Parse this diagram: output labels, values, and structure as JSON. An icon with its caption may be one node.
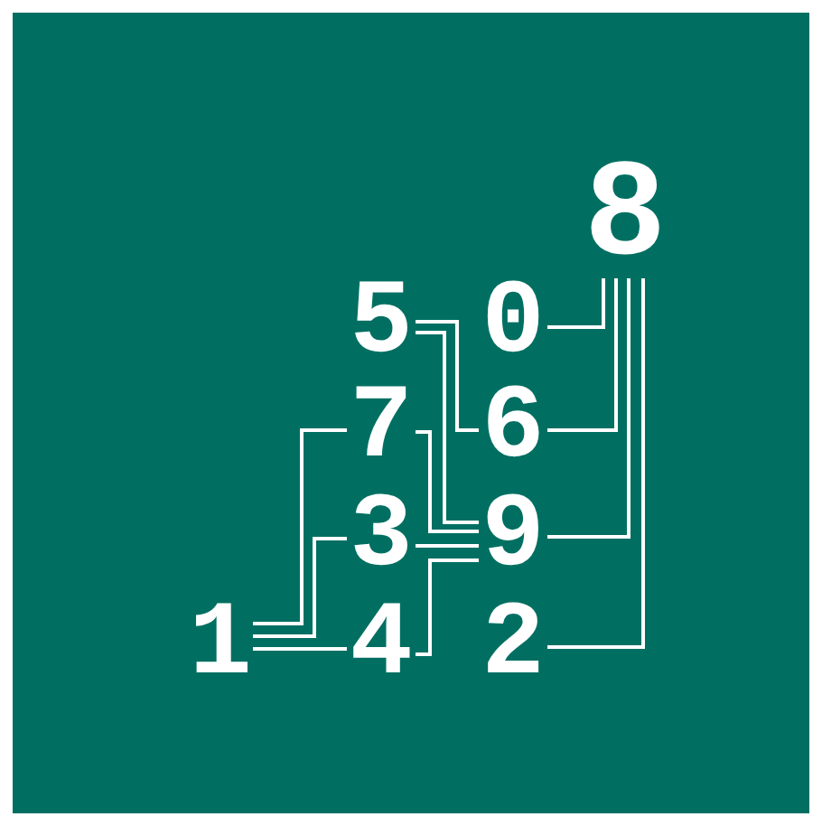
{
  "diagram": {
    "nodes": [
      {
        "text": [
          "8"
        ]
      },
      {
        "text": [
          "5"
        ]
      },
      {
        "text": [
          "0"
        ]
      },
      {
        "text": [
          "7"
        ]
      },
      {
        "text": [
          "6"
        ]
      },
      {
        "text": [
          "3"
        ]
      },
      {
        "text": [
          "9"
        ]
      },
      {
        "text": [
          "1"
        ]
      },
      {
        "text": [
          "4"
        ]
      },
      {
        "text": [
          "2"
        ]
      }
    ],
    "edges": [
      {
        "from": 7,
        "to": 3,
        "arrow": "none"
      },
      {
        "from": 7,
        "to": 5,
        "arrow": "none"
      },
      {
        "from": 7,
        "to": 8,
        "arrow": "none"
      },
      {
        "from": 1,
        "to": 4,
        "arrow": "none"
      },
      {
        "from": 1,
        "to": 6,
        "arrow": "none"
      },
      {
        "from": 3,
        "to": 6,
        "arrow": "none"
      },
      {
        "from": 5,
        "to": 6,
        "arrow": "none"
      },
      {
        "from": 8,
        "to": 6,
        "arrow": "none"
      },
      {
        "from": 2,
        "to": 0,
        "arrow": "none"
      },
      {
        "from": 4,
        "to": 0,
        "arrow": "none"
      },
      {
        "from": 6,
        "to": 0,
        "arrow": "none"
      },
      {
        "from": 9,
        "to": 0,
        "arrow": "none"
      }
    ]
  }
}
